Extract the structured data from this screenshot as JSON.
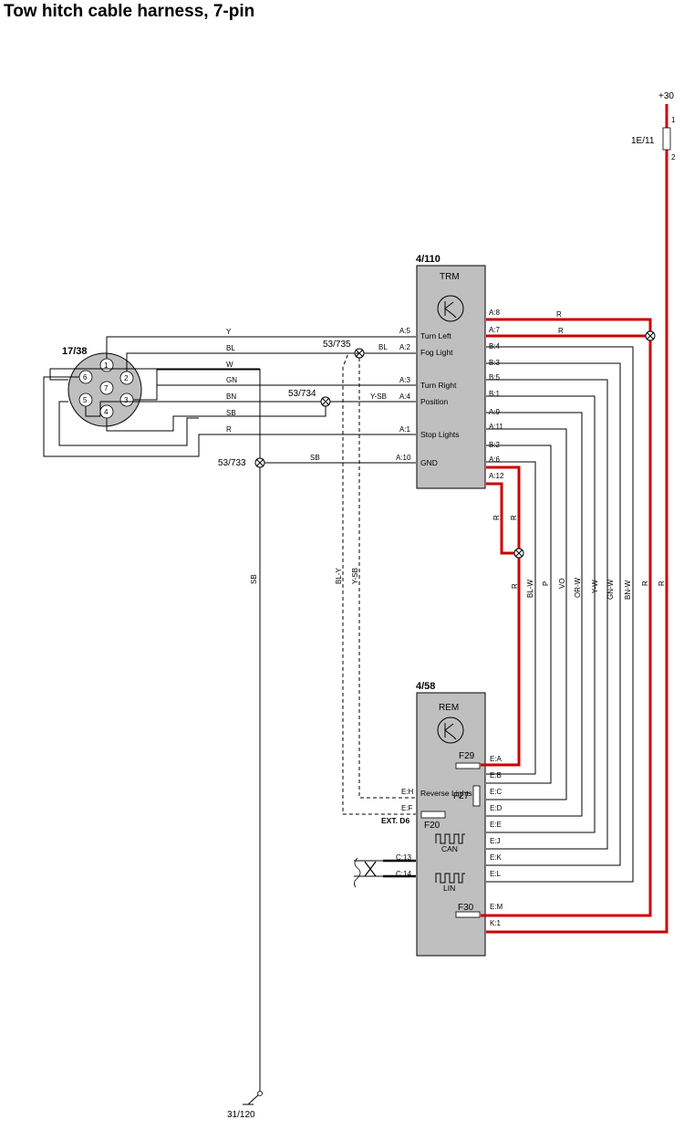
{
  "title": "Tow hitch cable harness, 7-pin",
  "supply": {
    "label": "+30",
    "fuse": "1E/11",
    "pin1": "1",
    "pin2": "2"
  },
  "connector": {
    "id": "17/38",
    "pins": [
      "1",
      "2",
      "3",
      "4",
      "5",
      "6",
      "7"
    ]
  },
  "splices": {
    "s735": "53/735",
    "s734": "53/734",
    "s733": "53/733"
  },
  "ground": "31/120",
  "wires_left": {
    "y": "Y",
    "bl": "BL",
    "w": "W",
    "gn": "GN",
    "bn": "BN",
    "sb": "SB",
    "r": "R",
    "sb2": "SB",
    "bl2": "BL",
    "ysb": "Y-SB",
    "sbv": "SB",
    "bly": "BL-Y",
    "ysbv": "Y-SB"
  },
  "trm": {
    "id": "4/110",
    "name": "TRM",
    "left_pins": [
      "A:5",
      "A:2",
      "A:3",
      "A:4",
      "A:1",
      "A:10"
    ],
    "left_labels": [
      "Turn Left",
      "Fog Light",
      "Turn Right",
      "Position",
      "Stop Lights",
      "GND"
    ],
    "right_pins": [
      "A:8",
      "A:7",
      "B:4",
      "B:3",
      "B:5",
      "B:1",
      "A:9",
      "A:11",
      "B:2",
      "A:6",
      "A:12"
    ]
  },
  "rem": {
    "id": "4/58",
    "name": "REM",
    "pins": [
      "E:A",
      "E:B",
      "E:C",
      "E:D",
      "E:E",
      "E:J",
      "E:K",
      "E:L",
      "E:M",
      "K:1"
    ],
    "left_pins": [
      "E:H",
      "E:F",
      "C:13",
      "C:14"
    ],
    "reverse": "Reverse Lights",
    "ext": "EXT. D6",
    "fuses": [
      "F29",
      "F27",
      "F20",
      "F30"
    ],
    "can": "CAN",
    "lin": "LIN"
  },
  "wires_right": {
    "r1": "R",
    "r2": "R",
    "rv1": "R",
    "rv2": "R"
  },
  "bundle": [
    "R",
    "BL-W",
    "P",
    "VO",
    "OR-W",
    "Y-W",
    "GN-W",
    "BN-W",
    "R",
    "R"
  ]
}
